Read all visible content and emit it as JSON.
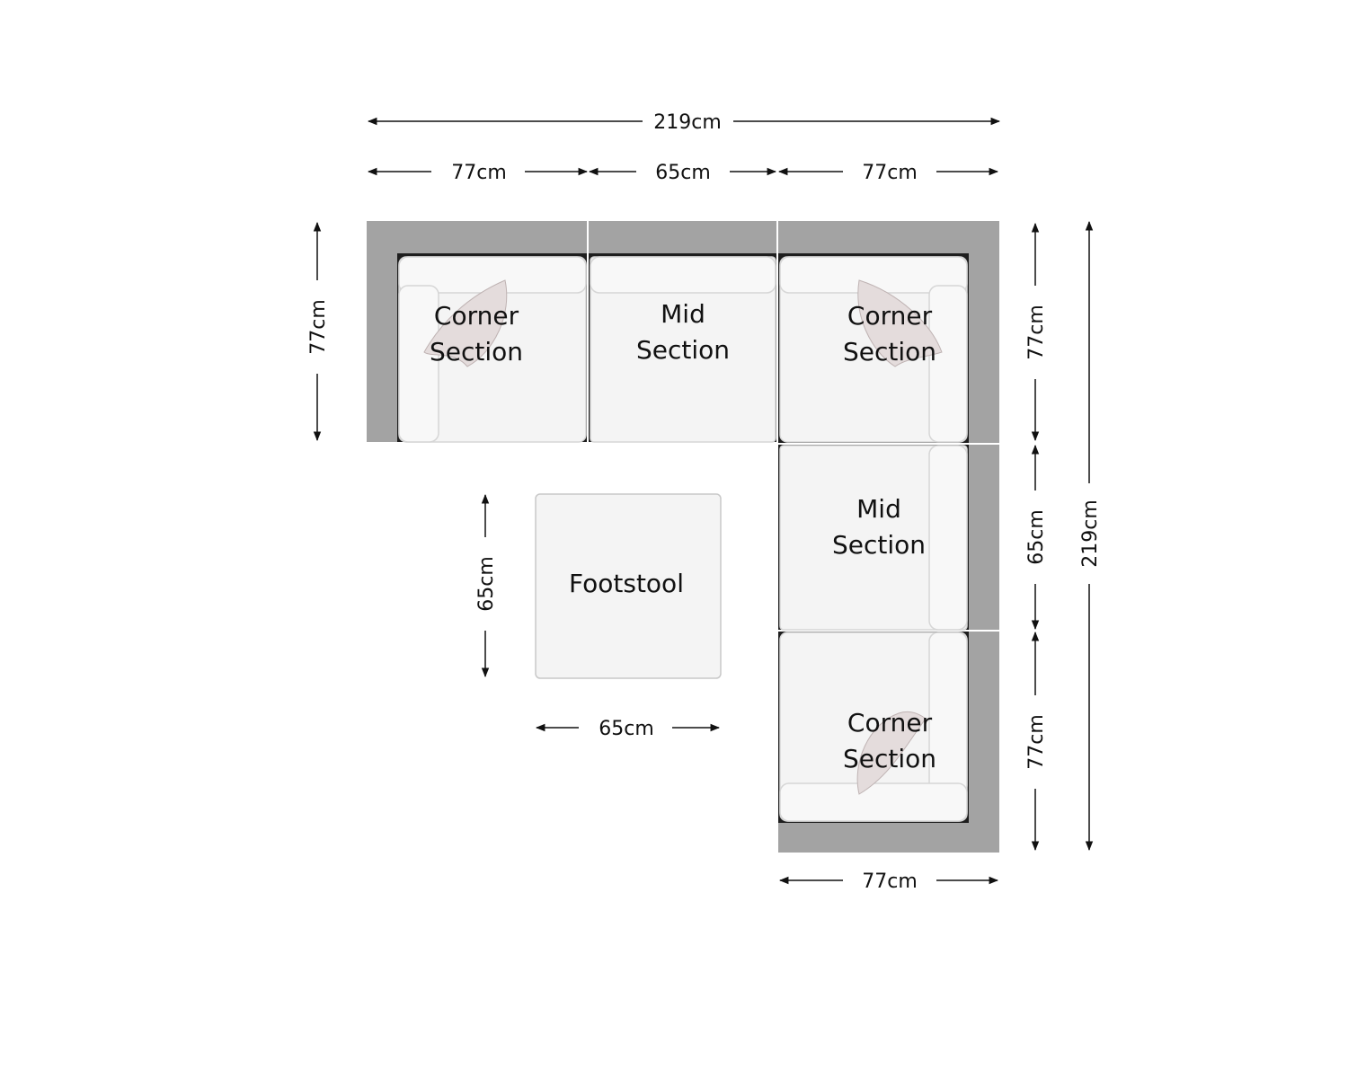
{
  "colors": {
    "frame": "#a3a3a3",
    "shadow": "#1e1e1e",
    "cushion": "#f4f4f4",
    "cushion_edge": "#d6d6d6",
    "pillow": "#e4dcdc",
    "line": "#111111"
  },
  "dimensions": {
    "total_width": "219cm",
    "top_left_width": "77cm",
    "top_mid_width": "65cm",
    "top_right_width": "77cm",
    "left_height": "77cm",
    "right_top_height": "77cm",
    "right_mid_height": "65cm",
    "right_bottom_height": "77cm",
    "total_height": "219cm",
    "bottom_width": "77cm",
    "footstool_height": "65cm",
    "footstool_width": "65cm"
  },
  "sections": {
    "top_left": {
      "line1": "Corner",
      "line2": "Section"
    },
    "top_mid": {
      "line1": "Mid",
      "line2": "Section"
    },
    "top_right": {
      "line1": "Corner",
      "line2": "Section"
    },
    "right_mid": {
      "line1": "Mid",
      "line2": "Section"
    },
    "bottom_right": {
      "line1": "Corner",
      "line2": "Section"
    },
    "footstool": "Footstool"
  }
}
